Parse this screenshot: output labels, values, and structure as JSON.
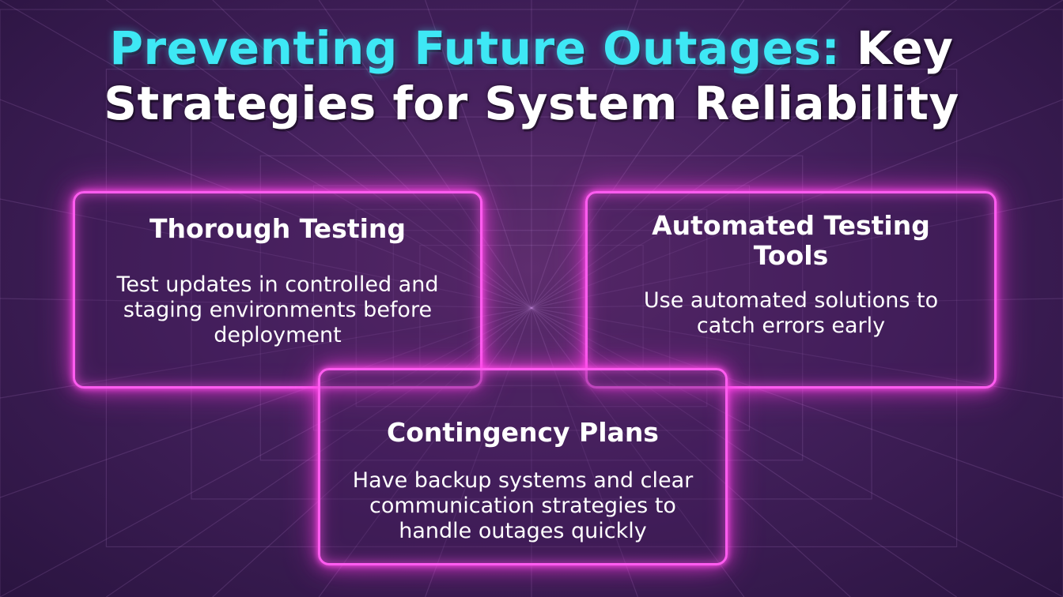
{
  "title": {
    "accent": "Preventing Future Outages:",
    "rest_line1": " Key",
    "line2": "Strategies for System Reliability"
  },
  "cards": [
    {
      "heading": "Thorough Testing",
      "body": "Test updates in controlled and staging environments before deployment"
    },
    {
      "heading": "Automated Testing Tools",
      "body": "Use automated solutions to catch errors early"
    },
    {
      "heading": "Contingency Plans",
      "body": "Have backup systems and clear communication strategies to handle outages quickly"
    }
  ],
  "colors": {
    "title_accent": "#3ee8f5",
    "title_text": "#ffffff",
    "card_border_glow": "#ff5cf0",
    "background": "#43205c"
  }
}
